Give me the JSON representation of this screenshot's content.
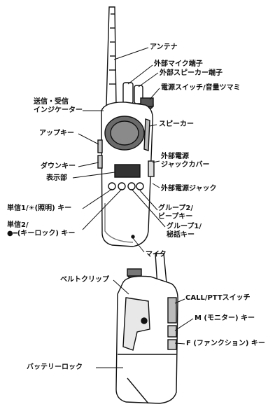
{
  "front_view": {
    "antenna": "アンテナ",
    "ext_mic_jack": "外部マイク端子",
    "ext_speaker_jack": "外部スピーカー端子",
    "power_volume": "電源スイッチ/音量ツマミ",
    "tx_rx_indicator": [
      "送信・受信",
      "インジケーター"
    ],
    "speaker": "スピーカー",
    "up_key": "アップキー",
    "ext_power_cover": [
      "外部電源",
      "ジャックカバー"
    ],
    "down_key": "ダウンキー",
    "display": "表示部",
    "ext_power_jack": "外部電源ジャック",
    "single1_light_key": "単信1/☀(照明) キー",
    "group2_beep_key": [
      "グループ2/",
      "ビープキー"
    ],
    "single2_keylock_key": [
      "単信2/",
      "●━(キーロック) キー"
    ],
    "group1_secret_key": [
      "グループ1/",
      "秘話キー"
    ],
    "mic": "マイク"
  },
  "back_view": {
    "belt_clip": "ベルトクリップ",
    "call_ptt": "CALL/PTTスイッチ",
    "monitor_key": "M (モニター) キー",
    "function_key": "F (ファンクション) キー",
    "battery_lock": "バッテリーロック"
  }
}
